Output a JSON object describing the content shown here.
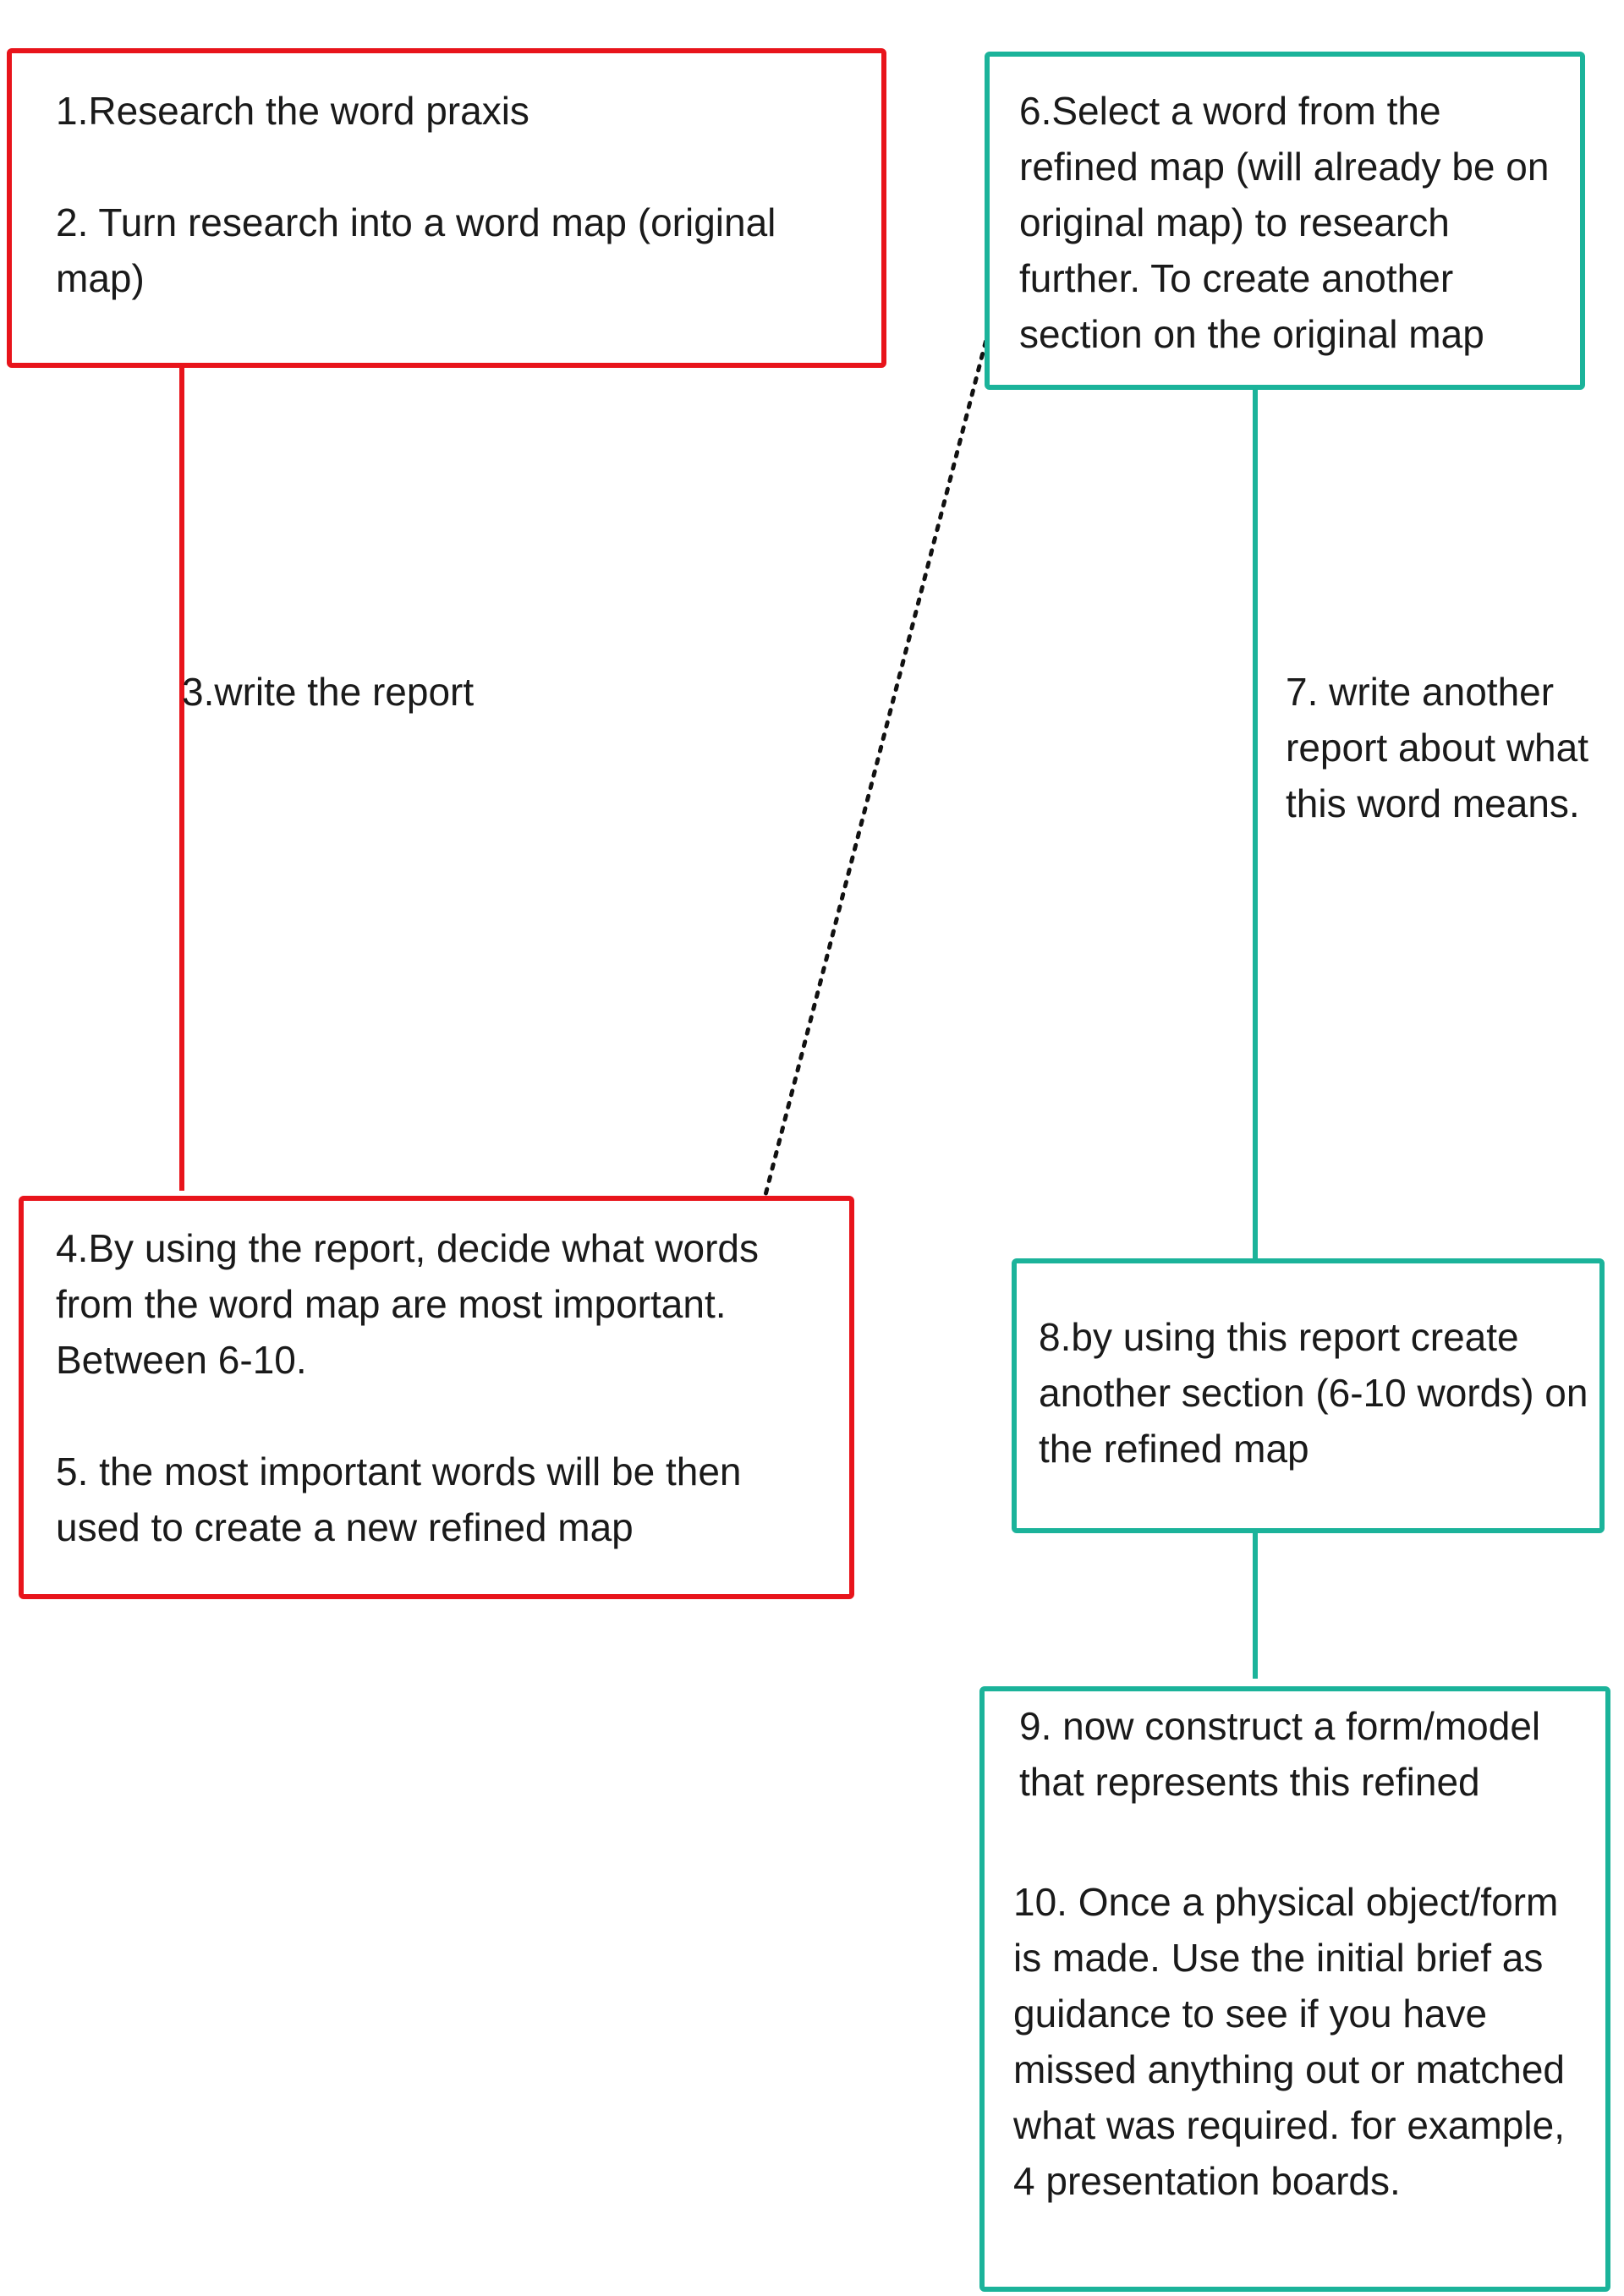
{
  "diagram": {
    "colors": {
      "red": "#e8141b",
      "teal": "#1bb39a",
      "dotted": "#111111"
    },
    "steps": {
      "s1": "1.Research the word praxis",
      "s2": "2. Turn research into a word map (original map)",
      "s3": "3.write the report",
      "s4": "4.By using the report, decide what words from the word map are most important. Between 6-10.",
      "s5": "5. the most important words will be then used to create a new refined map",
      "s6": "6.Select a word from the refined map (will already be on original map) to research further. To create another section on the original map",
      "s7": "7. write another report about what this word means.",
      "s8": "8.by using this report create another section (6-10 words) on the refined map",
      "s9": "9. now construct a form/model that represents this refined",
      "s10": "10. Once a physical object/form is made. Use the initial brief as guidance to see if you have missed anything out or matched what was required. for example, 4 presentation boards."
    }
  }
}
